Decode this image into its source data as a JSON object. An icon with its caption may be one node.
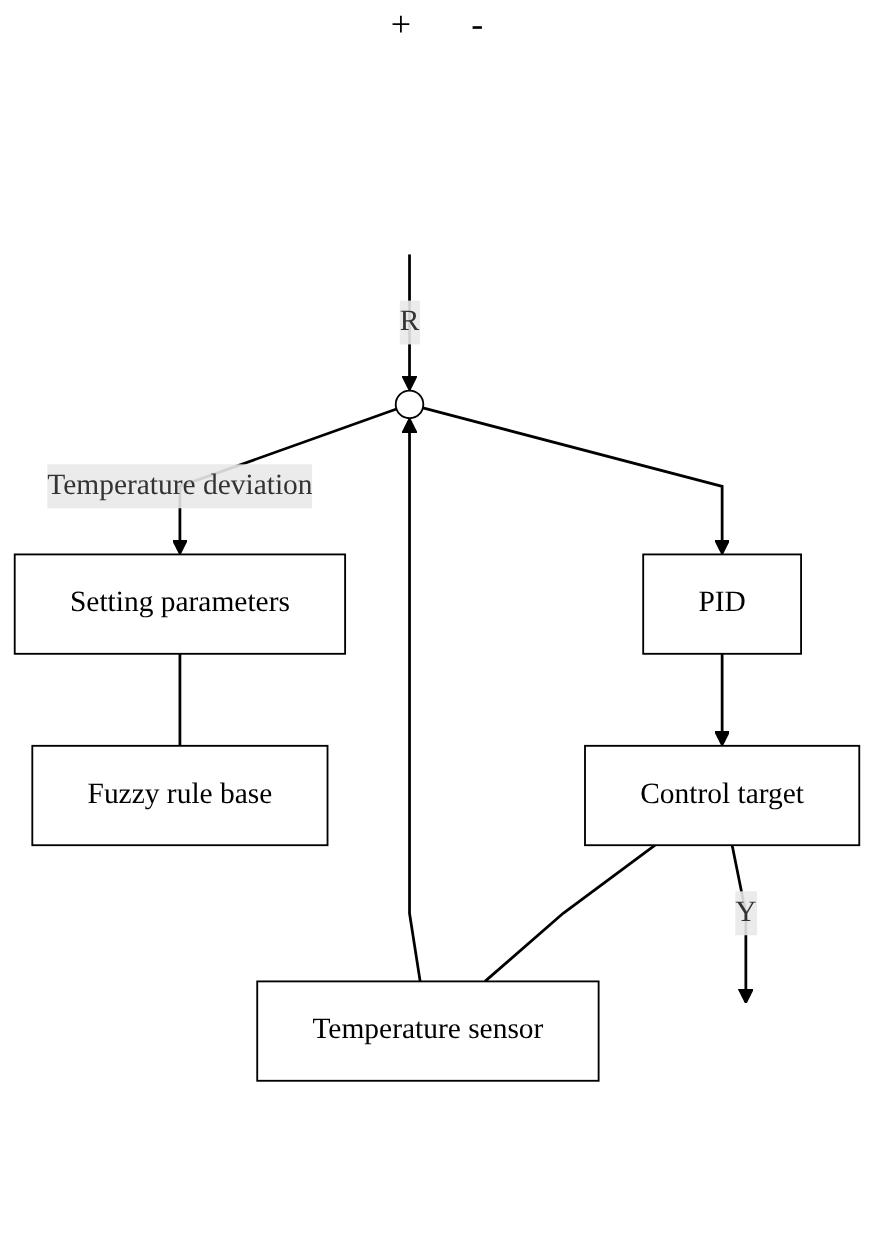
{
  "diagram": {
    "nodes": [
      {
        "text": [],
        "shape": "circle"
      },
      {
        "text": [
          "Setting parameters"
        ]
      },
      {
        "text": [
          "PID"
        ]
      },
      {
        "text": [
          "Fuzzy rule base"
        ]
      },
      {
        "text": [
          "Control target"
        ]
      },
      {
        "text": [
          "Temperature sensor"
        ]
      }
    ],
    "edges": [
      {
        "from": null,
        "to": 0,
        "arrow": "to",
        "label": "R"
      },
      {
        "from": 0,
        "to": 1,
        "arrow": "to",
        "label": "Temperature deviation"
      },
      {
        "from": 0,
        "to": 2,
        "arrow": "to"
      },
      {
        "from": 1,
        "to": 3,
        "arrow": "none"
      },
      {
        "from": 2,
        "to": 4,
        "arrow": "to"
      },
      {
        "from": 4,
        "to": 5,
        "arrow": "none"
      },
      {
        "from": 5,
        "to": 0,
        "arrow": "to"
      },
      {
        "from": 4,
        "to": null,
        "arrow": "to",
        "label": "Y"
      }
    ],
    "labels": [
      "+",
      "-"
    ]
  }
}
